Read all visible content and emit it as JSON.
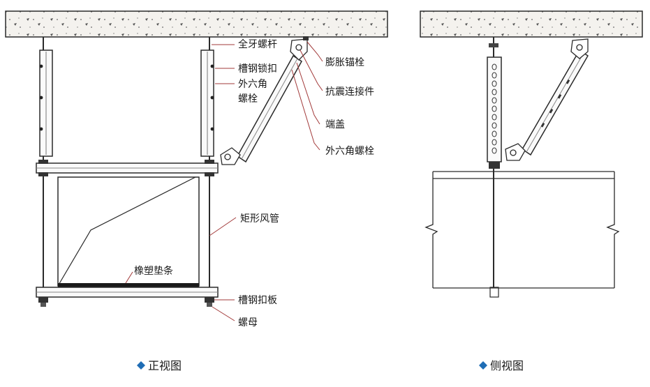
{
  "front_view": {
    "caption": "正视图",
    "labels": {
      "full_thread_rod": "全牙螺杆",
      "channel_lock": "槽钢锁扣",
      "hex_bolt_1": "外六角",
      "hex_bolt_2": "螺栓",
      "expansion_anchor": "膨胀锚栓",
      "seismic_connector": "抗震连接件",
      "end_cap": "端盖",
      "hex_bolt_diag": "外六角螺栓",
      "rect_duct": "矩形风管",
      "rubber_strip": "橡塑垫条",
      "channel_plate": "槽钢扣板",
      "nut": "螺母"
    }
  },
  "side_view": {
    "caption": "侧视图"
  },
  "colors": {
    "caption_marker": "#1f6db5",
    "line": "#2a2a2a",
    "leader": "#a23a3a"
  }
}
